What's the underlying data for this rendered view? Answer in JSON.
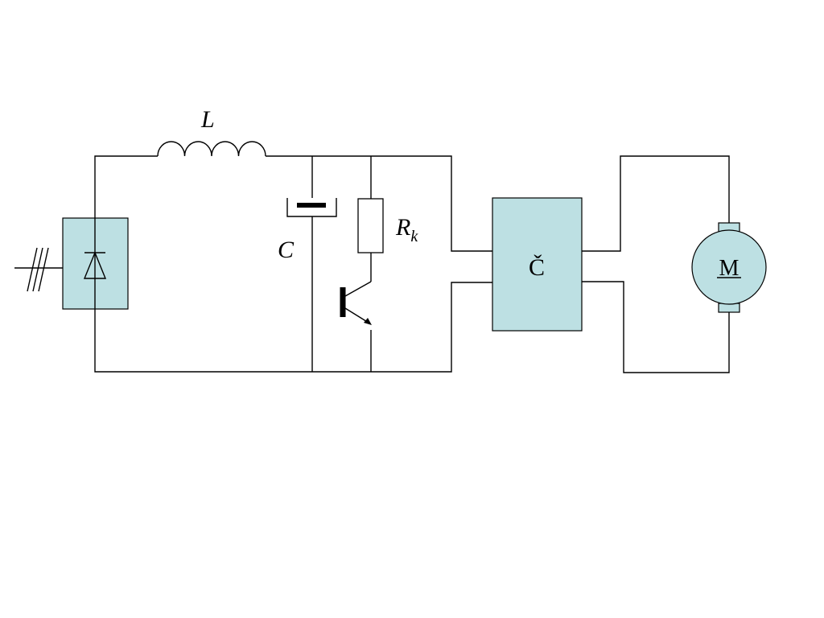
{
  "labels": {
    "inductor": "L",
    "capacitor": "C",
    "resistor": "R",
    "resistor_subscript": "k",
    "chopper": "Č",
    "motor": "M"
  },
  "colors": {
    "block_fill": "#bde0e3",
    "line": "#000000",
    "background": "#ffffff"
  },
  "icons": [
    "rectifier-diode-icon",
    "three-phase-input-icon",
    "transistor-icon",
    "motor-icon"
  ]
}
